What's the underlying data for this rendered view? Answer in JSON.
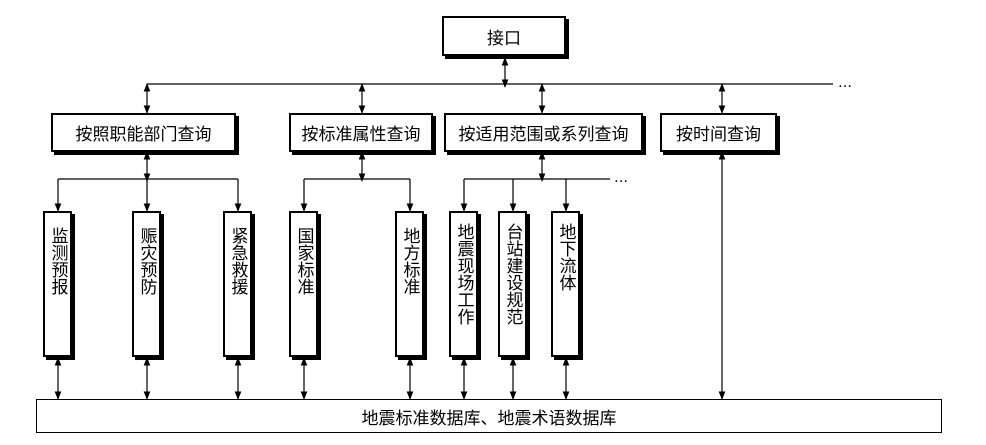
{
  "interface": {
    "label": "接口"
  },
  "query_methods": [
    {
      "label": "按照职能部门查询"
    },
    {
      "label": "按标准属性查询"
    },
    {
      "label": "按适用范围或系列查询"
    },
    {
      "label": "按时间查询"
    }
  ],
  "subcategories": {
    "department": [
      "监测预报",
      "赈灾预防",
      "紧急救援"
    ],
    "attribute": [
      "国家标准",
      "地方标准"
    ],
    "scope": [
      "地震现场工作",
      "台站建设规范",
      "地下流体"
    ]
  },
  "database": {
    "label": "地震标准数据库、地震术语数据库"
  },
  "ellipsis": {
    "top": "…",
    "scope": "…"
  }
}
